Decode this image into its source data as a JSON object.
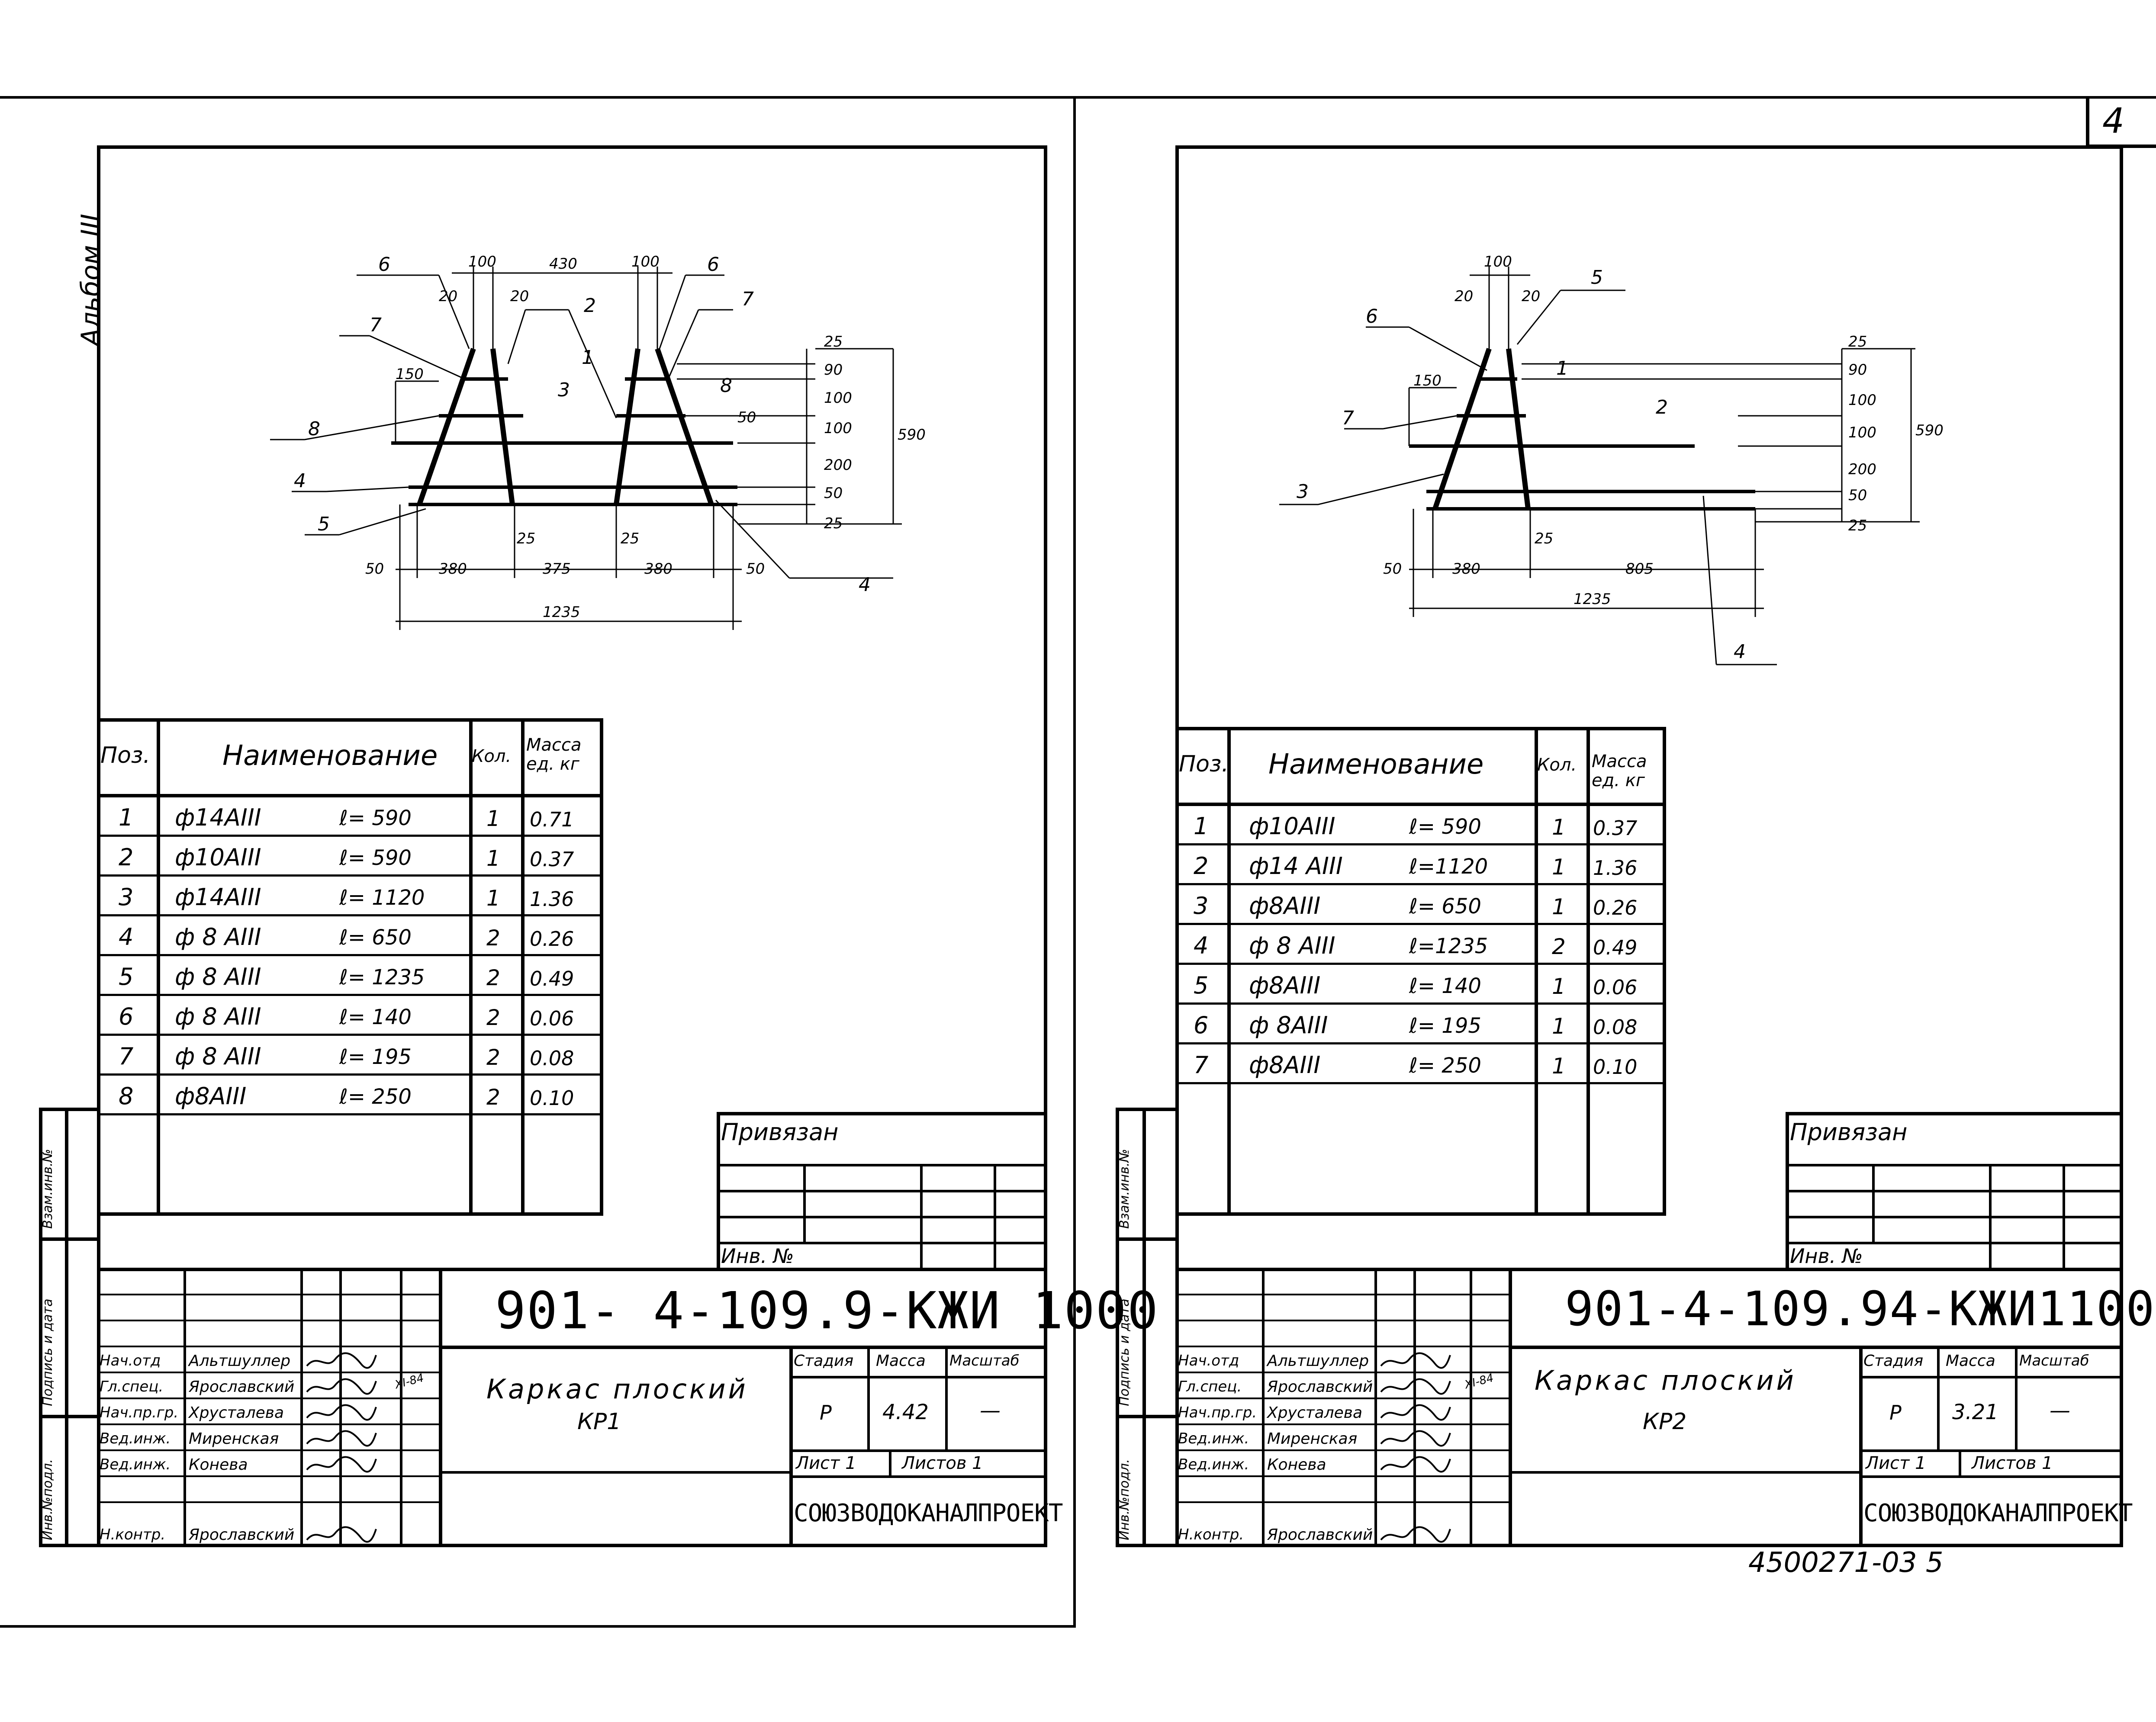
{
  "page_number": "4",
  "album_label": "Альбом III",
  "handwritten_note": "4500271-03   5",
  "sheets": [
    {
      "id": "kr1",
      "drawing": {
        "pos_labels": [
          "6",
          "7",
          "8",
          "4",
          "5",
          "2",
          "1",
          "3",
          "6",
          "7",
          "8",
          "4"
        ],
        "dims_top": [
          "100",
          "430",
          "100",
          "20",
          "20",
          "150"
        ],
        "dims_right": [
          "25",
          "90",
          "100",
          "100",
          "200",
          "50",
          "25",
          "590"
        ],
        "dims_bottom": [
          "50",
          "380",
          "375",
          "380",
          "50",
          "1235",
          "25",
          "25",
          "50"
        ]
      },
      "spec_table": {
        "headers": {
          "pos": "Поз.",
          "name": "Наименование",
          "qty": "Кол.",
          "mass": "Масса ед. кг"
        },
        "rows": [
          {
            "pos": "1",
            "bar": "ф14АIII",
            "len": "ℓ= 590",
            "qty": "1",
            "mass": "0.71"
          },
          {
            "pos": "2",
            "bar": "ф10АIII",
            "len": "ℓ= 590",
            "qty": "1",
            "mass": "0.37"
          },
          {
            "pos": "3",
            "bar": "ф14АIII",
            "len": "ℓ= 1120",
            "qty": "1",
            "mass": "1.36"
          },
          {
            "pos": "4",
            "bar": "ф 8 АIII",
            "len": "ℓ= 650",
            "qty": "2",
            "mass": "0.26"
          },
          {
            "pos": "5",
            "bar": "ф 8 АIII",
            "len": "ℓ= 1235",
            "qty": "2",
            "mass": "0.49"
          },
          {
            "pos": "6",
            "bar": "ф 8 АIII",
            "len": "ℓ= 140",
            "qty": "2",
            "mass": "0.06"
          },
          {
            "pos": "7",
            "bar": "ф 8 АIII",
            "len": "ℓ= 195",
            "qty": "2",
            "mass": "0.08"
          },
          {
            "pos": "8",
            "bar": "ф8АIII",
            "len": "ℓ= 250",
            "qty": "2",
            "mass": "0.10"
          }
        ]
      },
      "privyazan": "Привязан",
      "inv_no": "Инв. №",
      "side_labels": [
        "Инв.№подл.",
        "Подпись и дата",
        "Взам.инв.№"
      ],
      "doc_code": "901- 4-109.9-КЖИ 1000",
      "title_line1": "Каркас плоский",
      "title_line2": "КР1",
      "stage_label": "Стадия",
      "mass_label": "Масса",
      "scale_label": "Масштаб",
      "stage_value": "Р",
      "mass_value": "4.42",
      "scale_value": "—",
      "sheet_label": "Лист 1",
      "sheets_label": "Листов 1",
      "org": "СОЮЗВОДОКАНАЛПРОЕКТ",
      "date_note": "XI-84",
      "signers": [
        {
          "role": "Нач.отд",
          "name": "Альтшуллер"
        },
        {
          "role": "Гл.спец.",
          "name": "Ярославский"
        },
        {
          "role": "Нач.пр.гр.",
          "name": "Хрусталева"
        },
        {
          "role": "Вед.инж.",
          "name": "Миренская"
        },
        {
          "role": "Вед.инж.",
          "name": "Конева"
        },
        {
          "role": "Н.контр.",
          "name": "Ярославский"
        }
      ]
    },
    {
      "id": "kr2",
      "drawing": {
        "pos_labels": [
          "6",
          "7",
          "3",
          "5",
          "1",
          "2",
          "4"
        ],
        "dims_top": [
          "100",
          "20",
          "20",
          "150"
        ],
        "dims_right": [
          "25",
          "90",
          "100",
          "100",
          "200",
          "50",
          "25",
          "590"
        ],
        "dims_bottom": [
          "50",
          "380",
          "805",
          "1235",
          "25"
        ]
      },
      "spec_table": {
        "headers": {
          "pos": "Поз.",
          "name": "Наименование",
          "qty": "Кол.",
          "mass": "Масса ед. кг"
        },
        "rows": [
          {
            "pos": "1",
            "bar": "ф10АIII",
            "len": "ℓ= 590",
            "qty": "1",
            "mass": "0.37"
          },
          {
            "pos": "2",
            "bar": "ф14 АIII",
            "len": "ℓ=1120",
            "qty": "1",
            "mass": "1.36"
          },
          {
            "pos": "3",
            "bar": "ф8АIII",
            "len": "ℓ= 650",
            "qty": "1",
            "mass": "0.26"
          },
          {
            "pos": "4",
            "bar": "ф 8 АIII",
            "len": "ℓ=1235",
            "qty": "2",
            "mass": "0.49"
          },
          {
            "pos": "5",
            "bar": "ф8АIII",
            "len": "ℓ= 140",
            "qty": "1",
            "mass": "0.06"
          },
          {
            "pos": "6",
            "bar": "ф 8АIII",
            "len": "ℓ= 195",
            "qty": "1",
            "mass": "0.08"
          },
          {
            "pos": "7",
            "bar": "ф8АIII",
            "len": "ℓ= 250",
            "qty": "1",
            "mass": "0.10"
          }
        ]
      },
      "privyazan": "Привязан",
      "inv_no": "Инв. №",
      "side_labels": [
        "Инв.№подл.",
        "Подпись и дата",
        "Взам.инв.№"
      ],
      "doc_code": "901-4-109.94-КЖИ1100",
      "title_line1": "Каркас плоский",
      "title_line2": "КР2",
      "stage_label": "Стадия",
      "mass_label": "Масса",
      "scale_label": "Масштаб",
      "stage_value": "Р",
      "mass_value": "3.21",
      "scale_value": "—",
      "sheet_label": "Лист 1",
      "sheets_label": "Листов 1",
      "org": "СОЮЗВОДОКАНАЛПРОЕКТ",
      "date_note": "XI-84",
      "signers": [
        {
          "role": "Нач.отд",
          "name": "Альтшуллер"
        },
        {
          "role": "Гл.спец.",
          "name": "Ярославский"
        },
        {
          "role": "Нач.пр.гр.",
          "name": "Хрусталева"
        },
        {
          "role": "Вед.инж.",
          "name": "Миренская"
        },
        {
          "role": "Вед.инж.",
          "name": "Конева"
        },
        {
          "role": "Н.контр.",
          "name": "Ярославский"
        }
      ]
    }
  ]
}
